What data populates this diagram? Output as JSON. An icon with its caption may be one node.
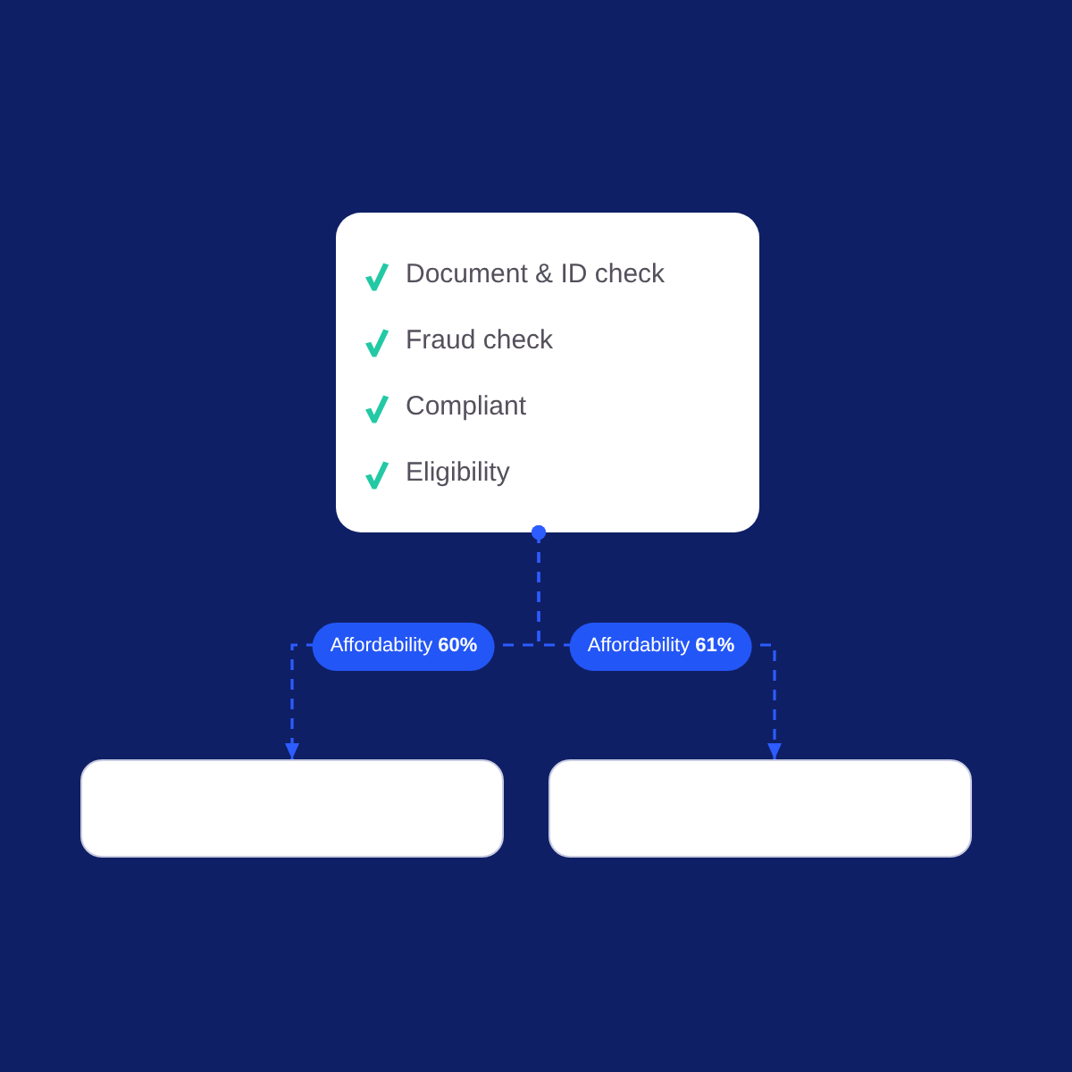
{
  "diagram": {
    "nodes": [
      {
        "text": [
          "Document & ID check",
          "Fraud check",
          "Compliant",
          "Eligibility"
        ]
      },
      {
        "text": [],
        "shape": "box"
      },
      {
        "text": [],
        "shape": "box"
      }
    ],
    "edges": [
      {
        "from": 0,
        "to": 1,
        "arrow": "to",
        "label": "Affordability **60%**",
        "style": "dashed"
      },
      {
        "from": 0,
        "to": 2,
        "arrow": "to",
        "label": "Affordability **61%**",
        "style": "dashed"
      }
    ]
  }
}
